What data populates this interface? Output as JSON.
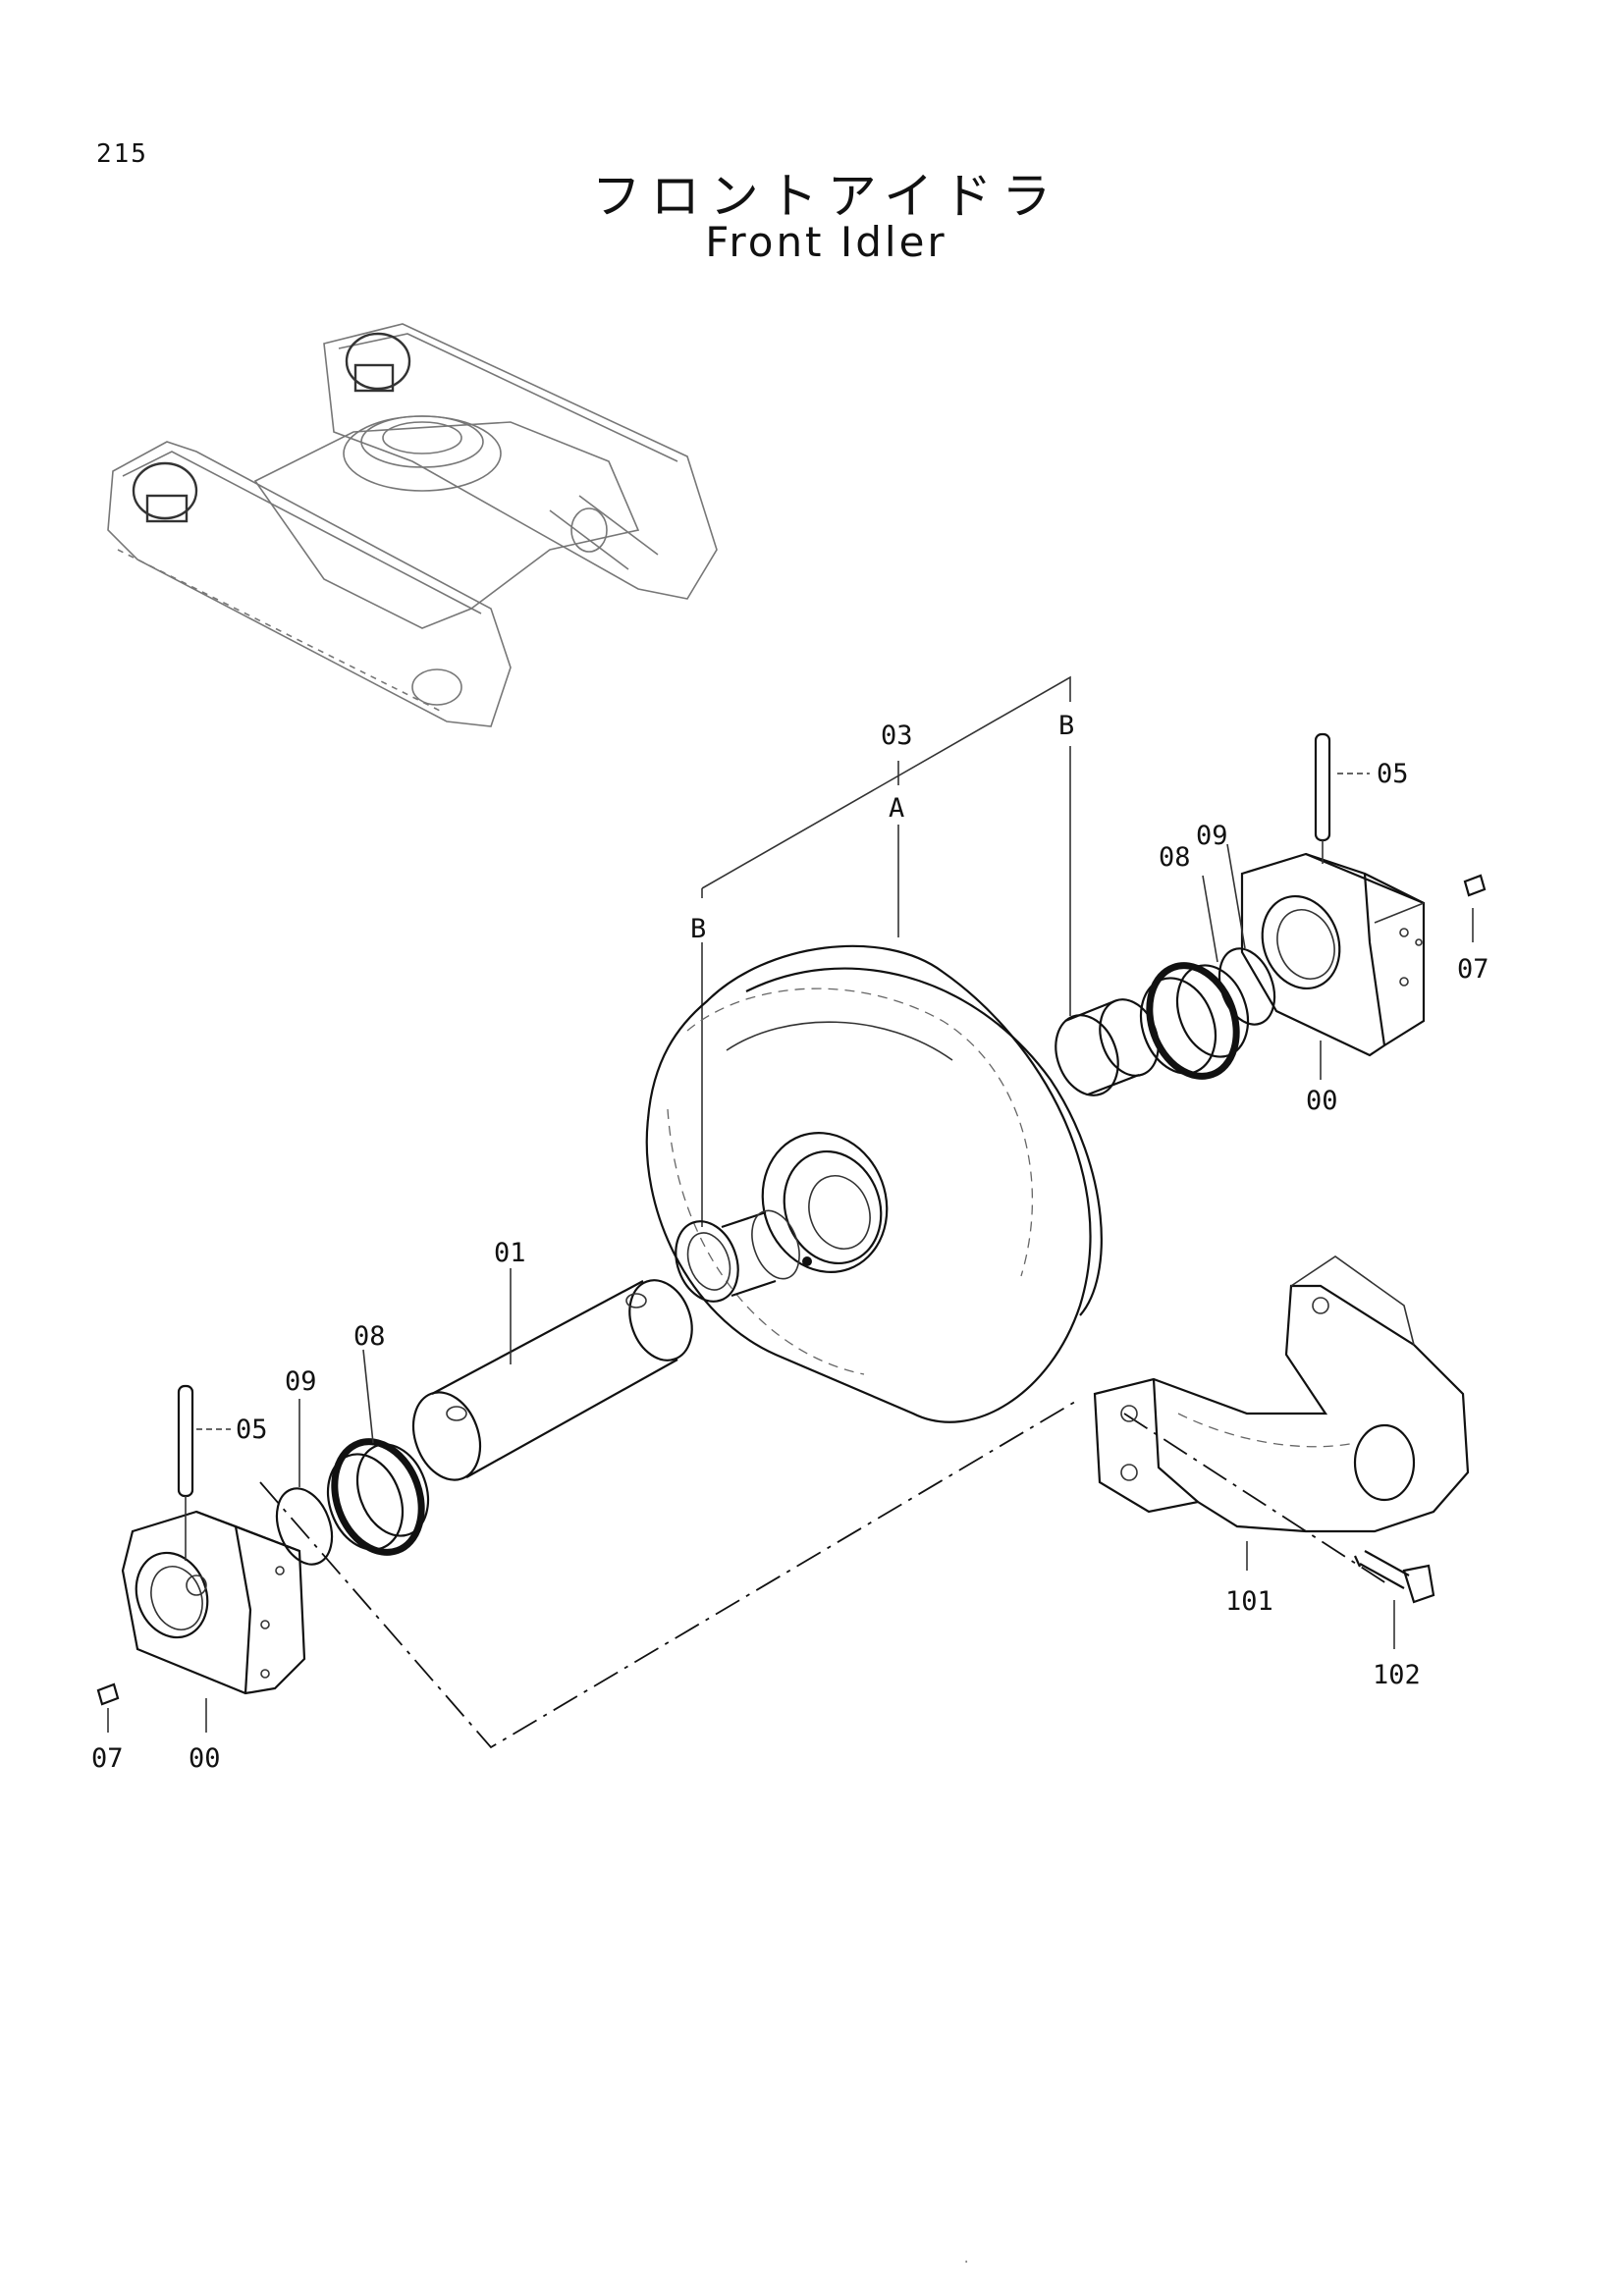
{
  "page_number": "215",
  "title_jp": "フロントアイドラ",
  "title_en": "Front Idler",
  "callouts": {
    "c03": "03",
    "cA": "A",
    "cB_top": "B",
    "cB_left": "B",
    "c05_right": "05",
    "c09_right": "09",
    "c08_right": "08",
    "c07_right": "07",
    "c00_right": "00",
    "c01": "01",
    "c08_left": "08",
    "c09_left": "09",
    "c05_left": "05",
    "c101": "101",
    "c102": "102",
    "c07_left": "07",
    "c00_left": "00"
  },
  "footer_mark": "."
}
